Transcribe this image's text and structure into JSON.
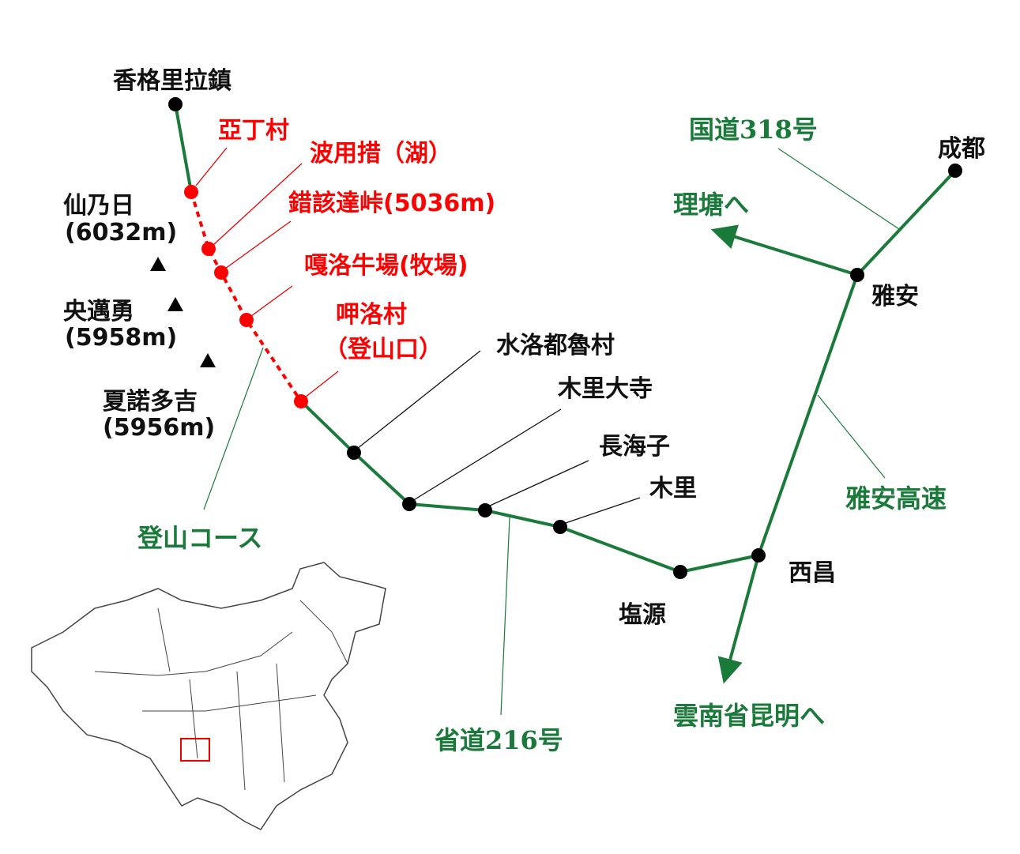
{
  "places": {
    "shangrila": "香格里拉鎮",
    "yading": "亞丁村",
    "boyongcuo": "波用措（湖）",
    "pass": "錯該達峠(5036m)",
    "galuo": "嘎洛牛場(牧場)",
    "yaluo": "呷洛村",
    "trailhead": "（登山口）",
    "shuiluo": "水洛都魯村",
    "muli_temple": "木里大寺",
    "changhaizi": "長海子",
    "muli": "木里",
    "yanyuan": "塩源",
    "xichang": "西昌",
    "yaan": "雅安",
    "chengdu": "成都"
  },
  "peaks": [
    {
      "name": "仙乃日",
      "height": "(6032m)"
    },
    {
      "name": "央邁勇",
      "height": "(5958m)"
    },
    {
      "name": "夏諾多吉",
      "height": "(5956m)"
    }
  ],
  "roads": {
    "nh318": "国道318号",
    "to_litang": "理塘へ",
    "yaan_expressway": "雅安高速",
    "to_kunming": "雲南省昆明へ",
    "pr216": "省道216号",
    "trek": "登山コース"
  },
  "colors": {
    "road": "#1a7a3a",
    "trek": "#ff0000",
    "point": "#000000"
  }
}
